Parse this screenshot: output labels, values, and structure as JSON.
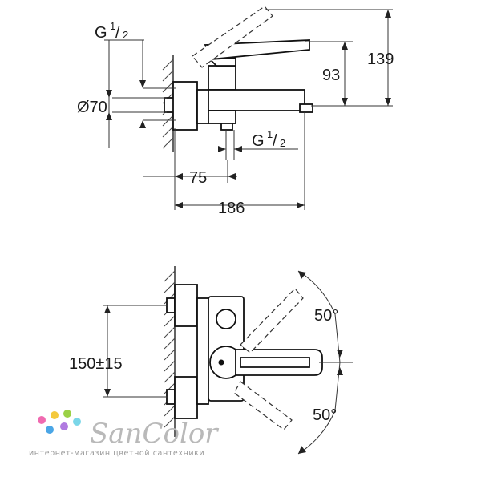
{
  "drawing": {
    "top_view": {
      "thread_top": "G",
      "thread_top_sup": "1",
      "thread_top_den": "2",
      "diameter": "Ø70",
      "thread_bottom": "G",
      "thread_bottom_sup": "1",
      "thread_bottom_den": "2",
      "height_spout": "93",
      "height_total": "139",
      "depth_mid": "75",
      "depth_total": "186"
    },
    "front_view": {
      "angle_up": "50°",
      "angle_down": "50°",
      "center_distance": "150±15"
    }
  },
  "watermark": {
    "brand": "SanColor",
    "tagline": "интернет-магазин цветной сантехники",
    "dot_colors": [
      "#f06ab0",
      "#f4c93d",
      "#9bd146",
      "#4aa6e6",
      "#b07ae0",
      "#7ad6e8"
    ]
  }
}
